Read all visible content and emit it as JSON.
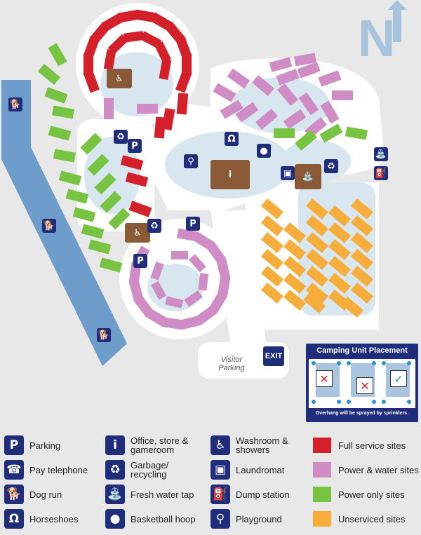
{
  "map": {
    "visitor_parking": "Visitor\nParking",
    "exit": "EXIT",
    "north": "N"
  },
  "placement": {
    "title": "Camping Unit Placement",
    "note": "Overhang will be sprayed by sprinklers.",
    "marks": [
      "✕",
      "✕",
      "✓"
    ]
  },
  "colors": {
    "full_service": "#d4202a",
    "power_water": "#d08cc4",
    "power_only": "#76c442",
    "unserviced": "#f6ad3c",
    "icon_bg": "#1f2d7a",
    "water": "#d8e6f0",
    "road": "#ffffff"
  },
  "legend": {
    "col1": [
      {
        "icon": "parking-icon",
        "glyph": "P",
        "label": "Parking"
      },
      {
        "icon": "pay-telephone-icon",
        "glyph": "☎",
        "label": "Pay telephone"
      },
      {
        "icon": "dog-run-icon",
        "glyph": "🐕",
        "label": "Dog run"
      },
      {
        "icon": "horseshoes-icon",
        "glyph": "Ω",
        "label": "Horseshoes"
      }
    ],
    "col2": [
      {
        "icon": "office-icon",
        "glyph": "i",
        "label": "Office, store & gameroom"
      },
      {
        "icon": "garbage-icon",
        "glyph": "♻",
        "label": "Garbage/ recycling"
      },
      {
        "icon": "water-tap-icon",
        "glyph": "⛲",
        "label": "Fresh water tap"
      },
      {
        "icon": "basketball-icon",
        "glyph": "●",
        "label": "Basketball hoop"
      }
    ],
    "col3": [
      {
        "icon": "washroom-icon",
        "glyph": "♿",
        "label": "Washroom & showers"
      },
      {
        "icon": "laundromat-icon",
        "glyph": "▣",
        "label": "Laundromat"
      },
      {
        "icon": "dump-station-icon",
        "glyph": "⛽",
        "label": "Dump station"
      },
      {
        "icon": "playground-icon",
        "glyph": "⚲",
        "label": "Playground"
      }
    ],
    "col4": [
      {
        "swatch": "#d4202a",
        "label": "Full service sites"
      },
      {
        "swatch": "#d08cc4",
        "label": "Power & water sites"
      },
      {
        "swatch": "#76c442",
        "label": "Power only sites"
      },
      {
        "swatch": "#f6ad3c",
        "label": "Unserviced sites"
      }
    ]
  }
}
